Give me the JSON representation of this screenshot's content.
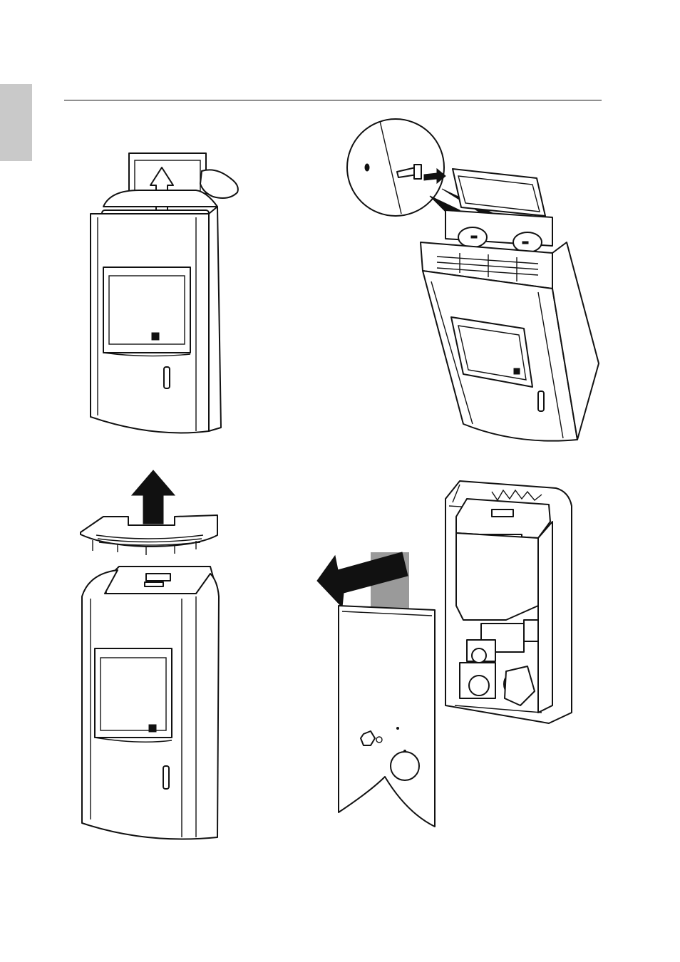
{
  "page": {
    "side_tab_color": "#c9c9c9",
    "line_color": "#111111"
  },
  "figures": [
    {
      "name": "lift-top-lid",
      "icon": "arrow-up-icon"
    },
    {
      "name": "remove-screws-detail",
      "icon": "screw-icon"
    },
    {
      "name": "remove-top-grille",
      "icon": "arrow-up-icon"
    },
    {
      "name": "remove-side-panel",
      "icon": "arrow-left-icon"
    }
  ]
}
